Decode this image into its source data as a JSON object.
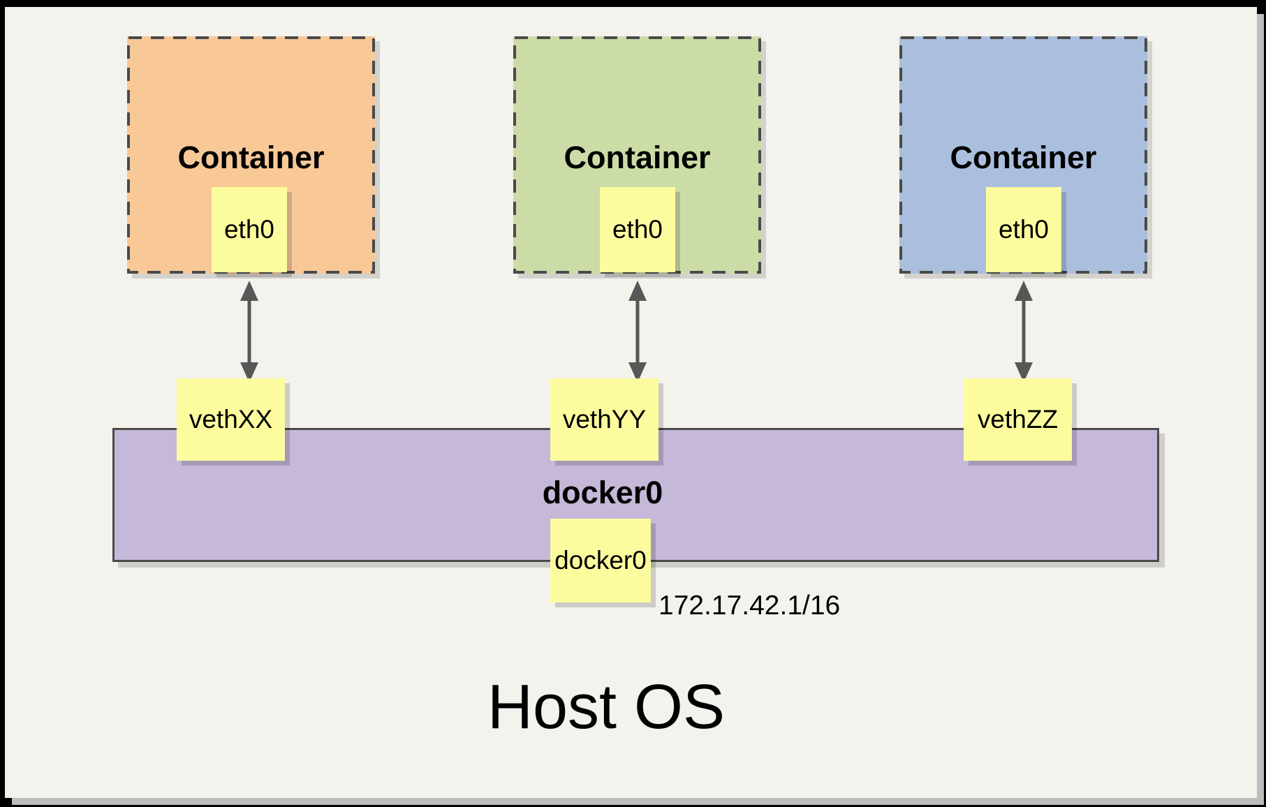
{
  "containers": [
    {
      "label": "Container",
      "eth_label": "eth0",
      "fill": "#F8C897"
    },
    {
      "label": "Container",
      "eth_label": "eth0",
      "fill": "#CCDCA7"
    },
    {
      "label": "Container",
      "eth_label": "eth0",
      "fill": "#AABFDD"
    }
  ],
  "veths": [
    {
      "label": "vethXX"
    },
    {
      "label": "vethYY"
    },
    {
      "label": "vethZZ"
    }
  ],
  "bridge": {
    "label": "docker0",
    "port_label": "docker0",
    "ip": "172.17.42.1/16",
    "fill": "#C5B8D8",
    "border_color": "#4A4A4A"
  },
  "host": {
    "label": "Host OS"
  },
  "colors": {
    "page_background": "#F4F2EC",
    "frame": "#000000",
    "note_yellow": "#FCFC9E",
    "arrow_gray": "#575757",
    "shadow_gray": "#BDBDBD"
  }
}
